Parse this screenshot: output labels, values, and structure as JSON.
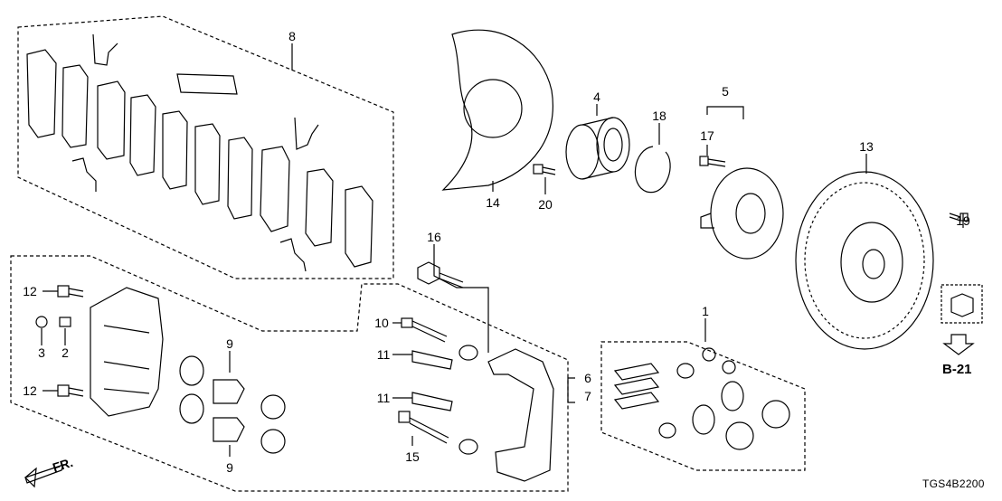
{
  "callouts": [
    "8",
    "4",
    "18",
    "5",
    "17",
    "13",
    "14",
    "20",
    "19",
    "16",
    "12",
    "3",
    "2",
    "12",
    "10",
    "9",
    "9",
    "11",
    "11",
    "15",
    "1",
    "6",
    "7"
  ],
  "ref_badge": "B-21",
  "drawing_code": "TGS4B2200",
  "direction_label": "FR."
}
